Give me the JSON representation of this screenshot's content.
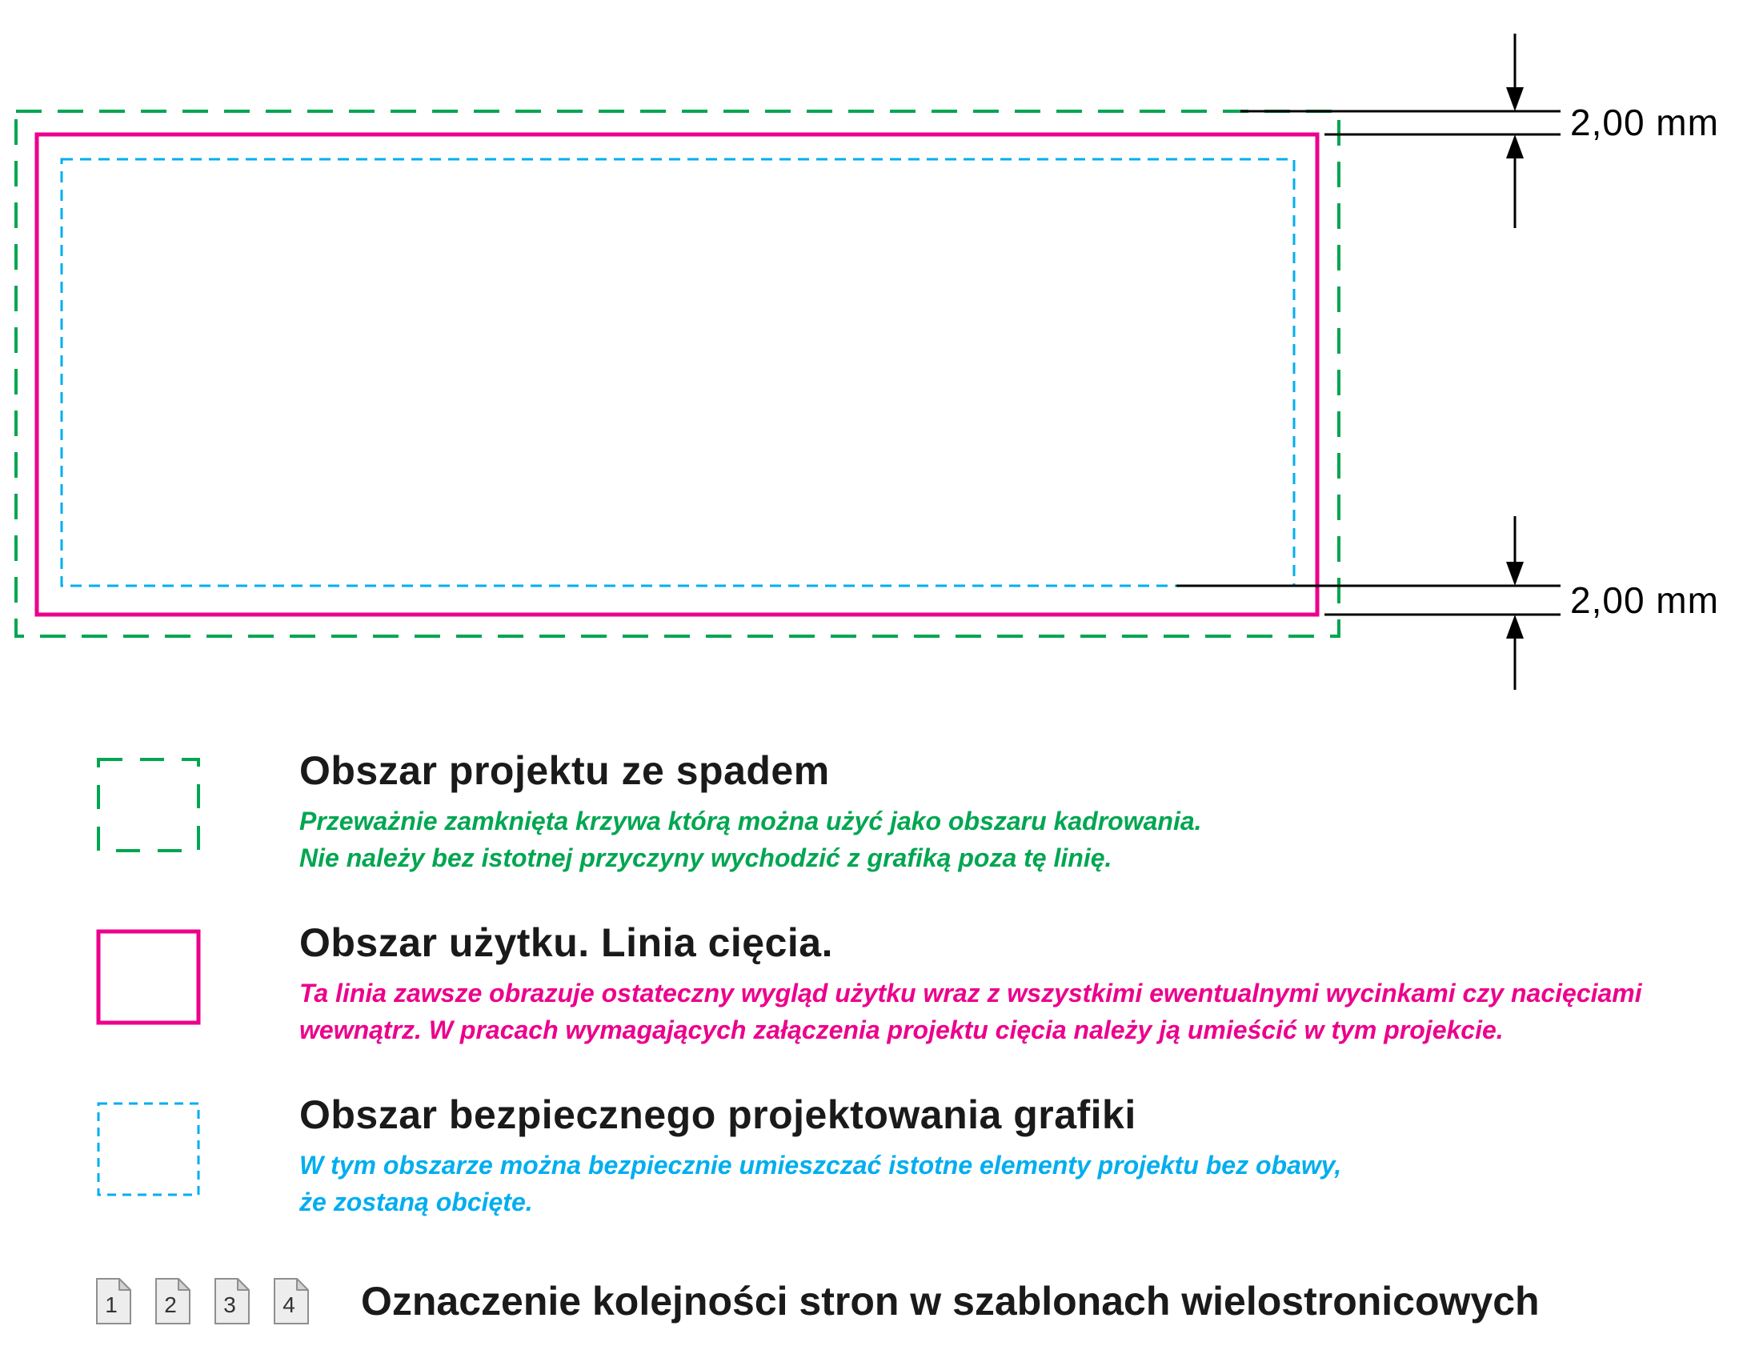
{
  "colors": {
    "bleed_green": "#00A651",
    "cut_magenta": "#EC008C",
    "safe_cyan": "#00AEEF",
    "text_black": "#1a1a1a",
    "dimension_black": "#000000"
  },
  "dimensions": {
    "top_label": "2,00 mm",
    "bottom_label": "2,00 mm"
  },
  "legend": {
    "bleed": {
      "title": "Obszar projektu ze spadem",
      "desc_line1": "Przeważnie zamknięta krzywa którą można użyć jako obszaru kadrowania.",
      "desc_line2": "Nie należy bez istotnej przyczyny wychodzić z grafiką poza tę linię."
    },
    "cut": {
      "title": "Obszar użytku. Linia cięcia.",
      "desc_line1": "Ta linia zawsze obrazuje ostateczny wygląd użytku wraz z wszystkimi ewentualnymi wycinkami czy nacięciami",
      "desc_line2": "wewnątrz. W pracach wymagających załączenia projektu cięcia należy ją umieścić w tym projekcie."
    },
    "safe": {
      "title": "Obszar bezpiecznego projektowania grafiki",
      "desc_line1": "W tym obszarze można bezpiecznie umieszczać istotne elementy projektu bez obawy,",
      "desc_line2": "że zostaną obcięte."
    }
  },
  "pages": {
    "title": "Oznaczenie kolejności stron w szablonach wielostronicowych",
    "items": [
      "1",
      "2",
      "3",
      "4"
    ]
  }
}
